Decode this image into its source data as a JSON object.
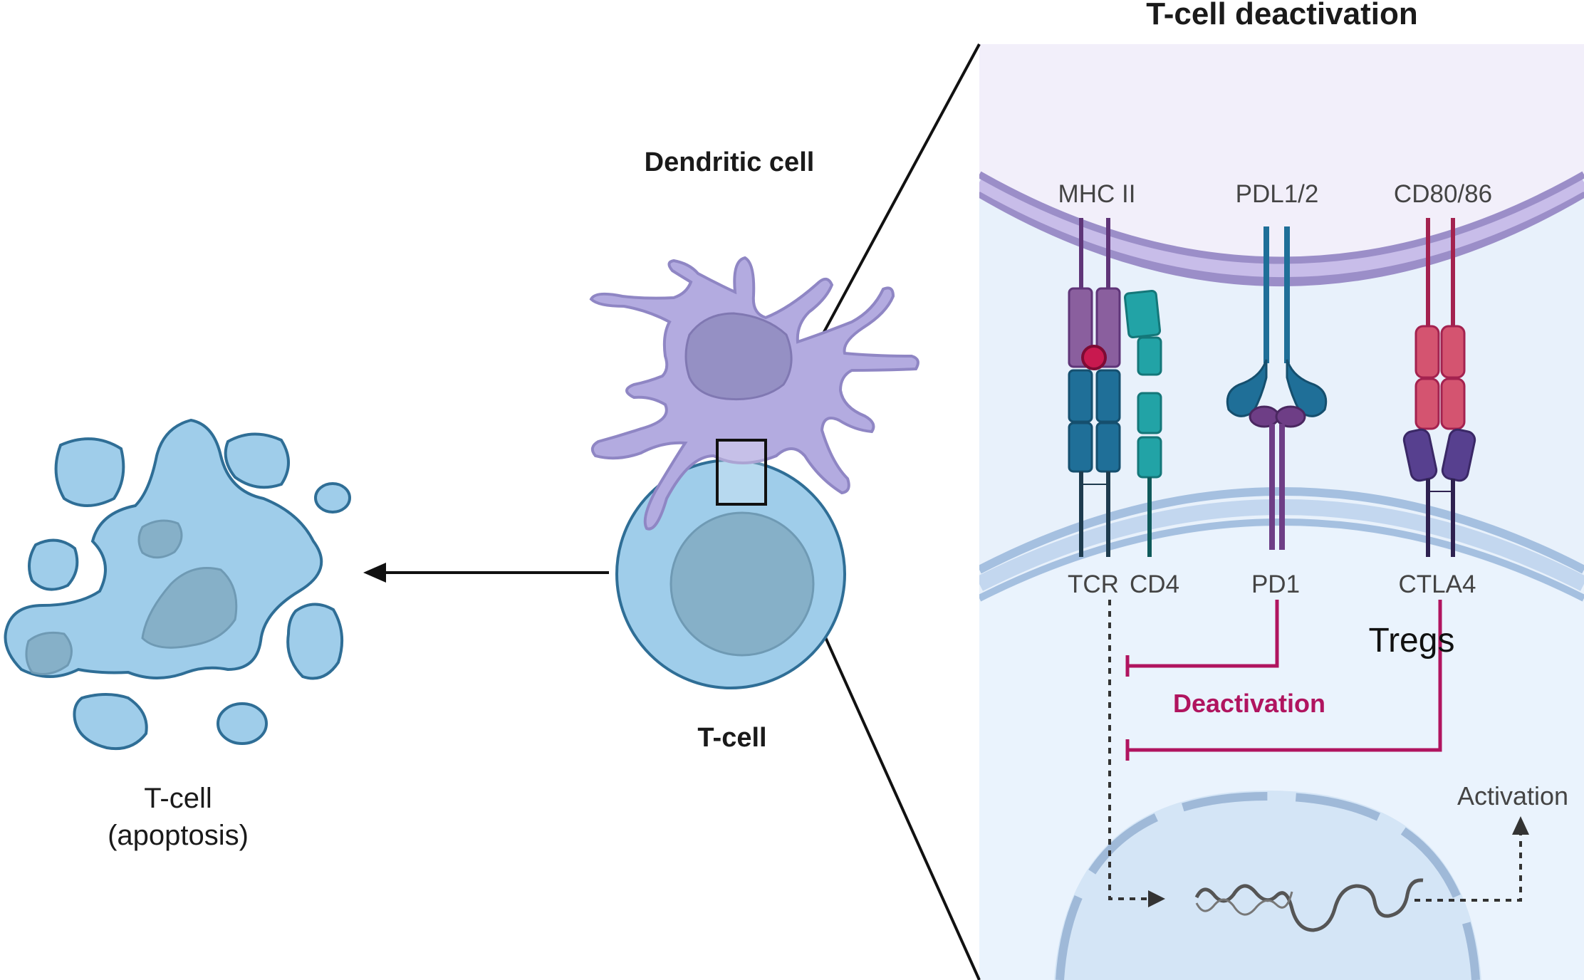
{
  "title": "T-cell deactivation",
  "labels": {
    "dendritic_cell": "Dendritic cell",
    "t_cell": "T-cell",
    "apoptosis_line1": "T-cell",
    "apoptosis_line2": "(apoptosis)",
    "mhc": "MHC II",
    "pdl": "PDL1/2",
    "cd80": "CD80/86",
    "tcr": "TCR",
    "cd4": "CD4",
    "pd1": "PD1",
    "ctla4": "CTLA4",
    "tregs": "Tregs",
    "deactivation": "Deactivation",
    "activation": "Activation"
  },
  "colors": {
    "dendritic": "#b3abe0",
    "dendritic_nucleus": "#9590c4",
    "tcell": "#9fcdea",
    "tcell_nucleus": "#86b0c8",
    "cell_outline": "#2f6e96",
    "deactivation": "#b0145f",
    "mhc": "#8a5f9e",
    "tcr": "#1f6f98",
    "cd4": "#22a3a6",
    "pd1": "#6e3e86",
    "cd80": "#d45470",
    "ctla4": "#57408f",
    "inset_top_bg": "#f2effa",
    "inset_bottom_bg": "#e8f1fb"
  }
}
